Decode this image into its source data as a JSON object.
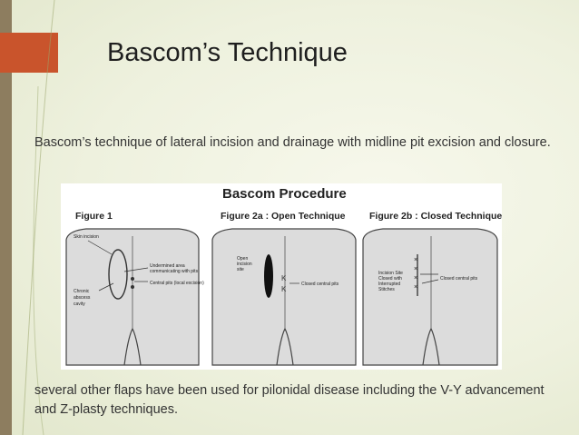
{
  "slide": {
    "title": "Bascom’s Technique",
    "intro": "Bascom’s  technique of lateral incision and drainage with midline pit excision and closure.",
    "footer": "several other flaps have been used for pilonidal disease including the V-Y advancement and Z-plasty techniques."
  },
  "figure": {
    "heading": "Bascom Procedure",
    "panel_titles": [
      "Figure 1",
      "Figure 2a : Open Technique",
      "Figure 2b : Closed Technique"
    ],
    "labels": {
      "skin_incision": "Skin incision",
      "undermined_1": "Undermined area",
      "undermined_2": "communicating with pits",
      "central_pits_local": "Central pits (local excision)",
      "chronic": "Chronic",
      "abscess": "abscess",
      "cavity": "cavity",
      "open_1": "Open",
      "open_2": "incision",
      "open_3": "site",
      "closed_central_pits": "Closed central pits",
      "incision_site_1": "Incision Site",
      "incision_site_2": "Closed with",
      "incision_site_3": "Interrupted",
      "incision_site_4": "Stitches"
    }
  },
  "colors": {
    "accent_block": "#c9542c",
    "left_bar": "#8d7d5f",
    "buttock_fill": "#dcdcdc"
  }
}
